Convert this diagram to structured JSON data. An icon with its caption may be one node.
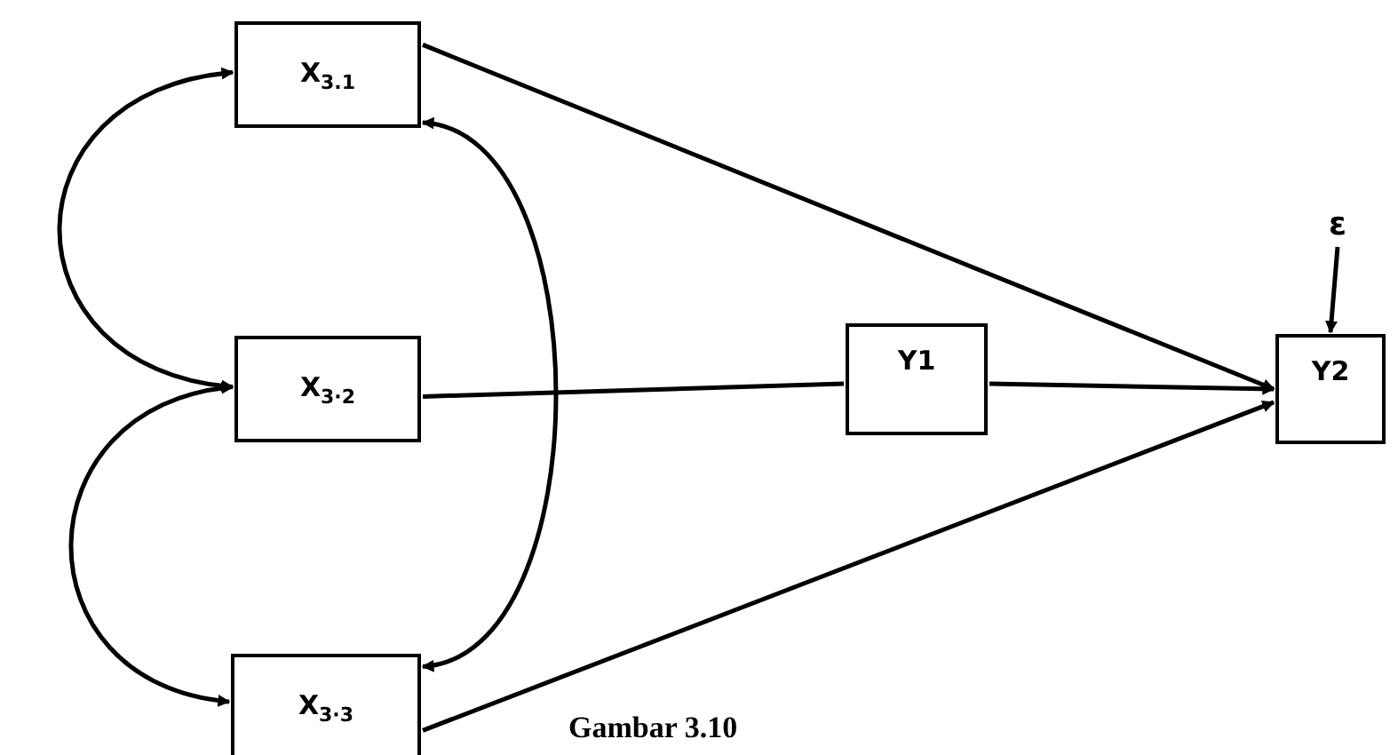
{
  "diagram": {
    "caption": "Gambar 3.10",
    "nodes": [
      {
        "text": [
          "X$_{3.1}$"
        ]
      },
      {
        "text": [
          "X$_{3·2}$"
        ]
      },
      {
        "text": [
          "X$_{3·3}$"
        ]
      },
      {
        "text": [
          "Y1"
        ]
      },
      {
        "text": [
          "Y2"
        ]
      },
      {
        "text": [
          "ε"
        ]
      }
    ],
    "edges": [
      {
        "from": 0,
        "to": 1,
        "arrow": "both"
      },
      {
        "from": 1,
        "to": 2,
        "arrow": "both"
      },
      {
        "from": 0,
        "to": 2,
        "arrow": "both"
      },
      {
        "from": 0,
        "to": 4,
        "arrow": "to"
      },
      {
        "from": 1,
        "to": 3,
        "arrow": "none"
      },
      {
        "from": 3,
        "to": 4,
        "arrow": "to"
      },
      {
        "from": 2,
        "to": 4,
        "arrow": "to"
      },
      {
        "from": 5,
        "to": 4,
        "arrow": "to"
      }
    ]
  }
}
